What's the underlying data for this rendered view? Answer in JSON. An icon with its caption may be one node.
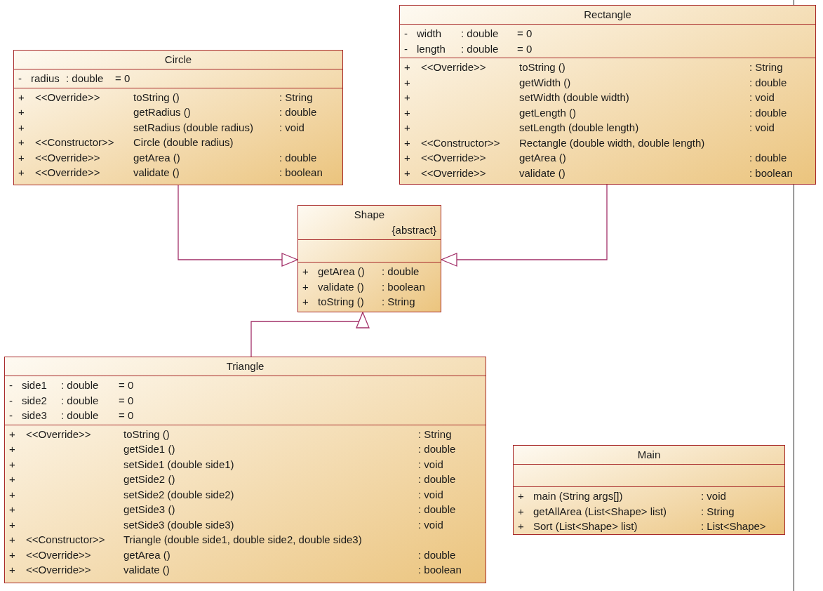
{
  "diagram": {
    "nodes": [
      {
        "text": [
          "Circle"
        ]
      },
      {
        "text": [
          "-",
          "radius",
          ": double",
          "= 0"
        ],
        "in": 0
      },
      {
        "text": [
          "+",
          "<<Override>>",
          "toString ()",
          ": String",
          "+",
          "getRadius ()",
          ": double",
          "+",
          "setRadius (double radius)",
          ": void",
          "+",
          "<<Constructor>>",
          "Circle (double radius)",
          "+",
          "<<Override>>",
          "getArea ()",
          ": double",
          "+",
          "<<Override>>",
          "validate ()",
          ": boolean"
        ],
        "in": 0
      },
      {
        "text": [
          "Rectangle"
        ]
      },
      {
        "text": [
          "-",
          "width",
          ": double",
          "= 0",
          "-",
          "length",
          ": double",
          "= 0"
        ],
        "in": 3
      },
      {
        "text": [
          "+",
          "<<Override>>",
          "toString ()",
          ": String",
          "+",
          "getWidth ()",
          ": double",
          "+",
          "setWidth (double width)",
          ": void",
          "+",
          "getLength ()",
          ": double",
          "+",
          "setLength (double length)",
          ": void",
          "+",
          "<<Constructor>>",
          "Rectangle (double width, double length)",
          "+",
          "<<Override>>",
          "getArea ()",
          ": double",
          "+",
          "<<Override>>",
          "validate ()",
          ": boolean"
        ],
        "in": 3
      },
      {
        "text": [
          "Shape",
          "{abstract}"
        ]
      },
      {
        "text": [],
        "shape": "box",
        "in": 6
      },
      {
        "text": [
          "+",
          "getArea ()",
          ": double",
          "+",
          "validate ()",
          ": boolean",
          "+",
          "toString ()",
          ": String"
        ],
        "in": 6
      },
      {
        "text": [
          "Triangle"
        ]
      },
      {
        "text": [
          "-",
          "side1",
          ": double",
          "= 0",
          "-",
          "side2",
          ": double",
          "= 0",
          "-",
          "side3",
          ": double",
          "= 0"
        ],
        "in": 9
      },
      {
        "text": [
          "+",
          "<<Override>>",
          "toString ()",
          ": String",
          "+",
          "getSide1 ()",
          ": double",
          "+",
          "setSide1 (double side1)",
          ": void",
          "+",
          "getSide2 ()",
          ": double",
          "+",
          "setSide2 (double side2)",
          ": void",
          "+",
          "getSide3 ()",
          ": double",
          "+",
          "setSide3 (double side3)",
          ": void",
          "+",
          "<<Constructor>>",
          "Triangle (double side1, double side2, double side3)",
          "+",
          "<<Override>>",
          "getArea ()",
          ": double",
          "+",
          "<<Override>>",
          "validate ()",
          ": boolean"
        ],
        "in": 9
      },
      {
        "text": [
          "Main"
        ]
      },
      {
        "text": [],
        "shape": "box",
        "in": 12
      },
      {
        "text": [
          "+",
          "main (String args[])",
          ": void",
          "+",
          "getAllArea (List<Shape> list)",
          ": String",
          "+",
          "Sort (List<Shape> list)",
          ": List<Shape>"
        ],
        "in": 12
      }
    ],
    "edges": [
      {
        "from": 0,
        "to": 6,
        "arrow": "to"
      },
      {
        "from": 3,
        "to": 6,
        "arrow": "to"
      },
      {
        "from": 9,
        "to": 6,
        "arrow": "to"
      }
    ]
  }
}
